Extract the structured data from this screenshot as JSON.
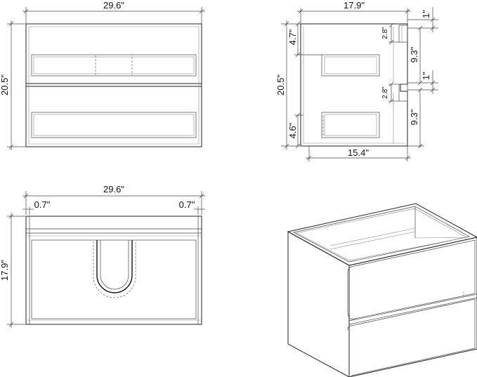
{
  "views": {
    "front": {
      "width_label": "29.6\"",
      "height_label": "20.5\""
    },
    "side": {
      "depth_label": "17.9\"",
      "height_label": "20.5\"",
      "top_gap_label": "1\"",
      "mid_gap_label": "1\"",
      "upper_offset_label": "4.7\"",
      "lower_offset_label": "4.6\"",
      "upper_drawer_label": "9.3\"",
      "lower_drawer_label": "9.3\"",
      "upper_slot_label": "2.8\"",
      "lower_slot_label": "2.8\"",
      "bottom_depth_label": "15.4\""
    },
    "top": {
      "width_label": "29.6\"",
      "depth_label": "17.9\"",
      "left_margin_label": "0.7\"",
      "right_margin_label": "0.7\""
    }
  }
}
